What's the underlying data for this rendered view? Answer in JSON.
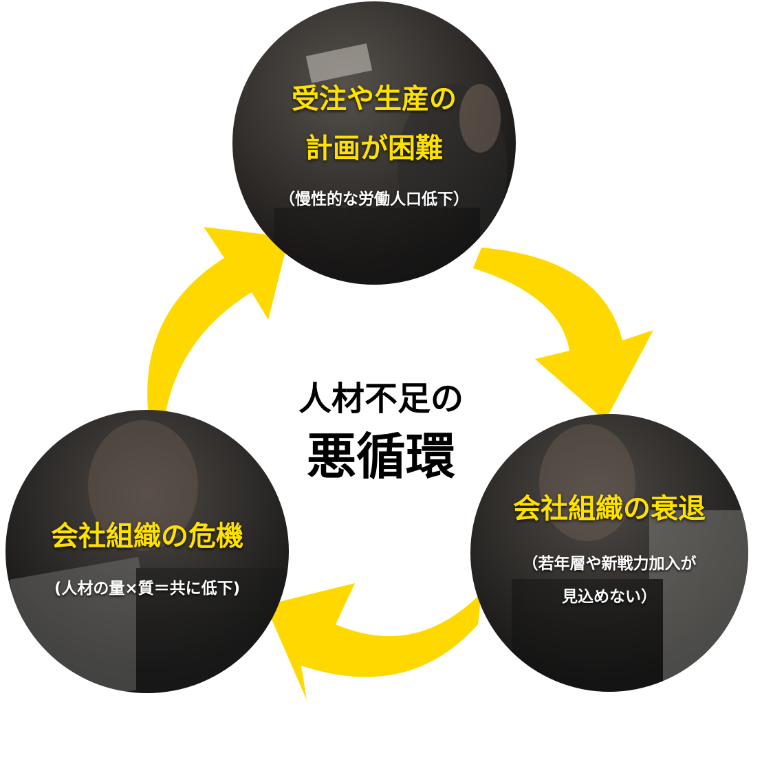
{
  "center": {
    "line1": "人材不足の",
    "line2": "悪循環"
  },
  "nodes": {
    "top": {
      "title_line1": "受注や生産の",
      "title_line2": "計画が困難",
      "sub_line1": "（慢性的な労働人口低下）"
    },
    "right": {
      "title_line1": "会社組織の衰退",
      "sub_line1": "（若年層や新戦力加入が",
      "sub_line2": "見込めない）"
    },
    "left": {
      "title_line1": "会社組織の危機",
      "sub_line1": "(人材の量×質＝共に低下)"
    }
  },
  "colors": {
    "accent": "#ffe100",
    "arrow": "#ffd800",
    "circle_bg": "#222222",
    "sub_text": "#ffffff"
  }
}
